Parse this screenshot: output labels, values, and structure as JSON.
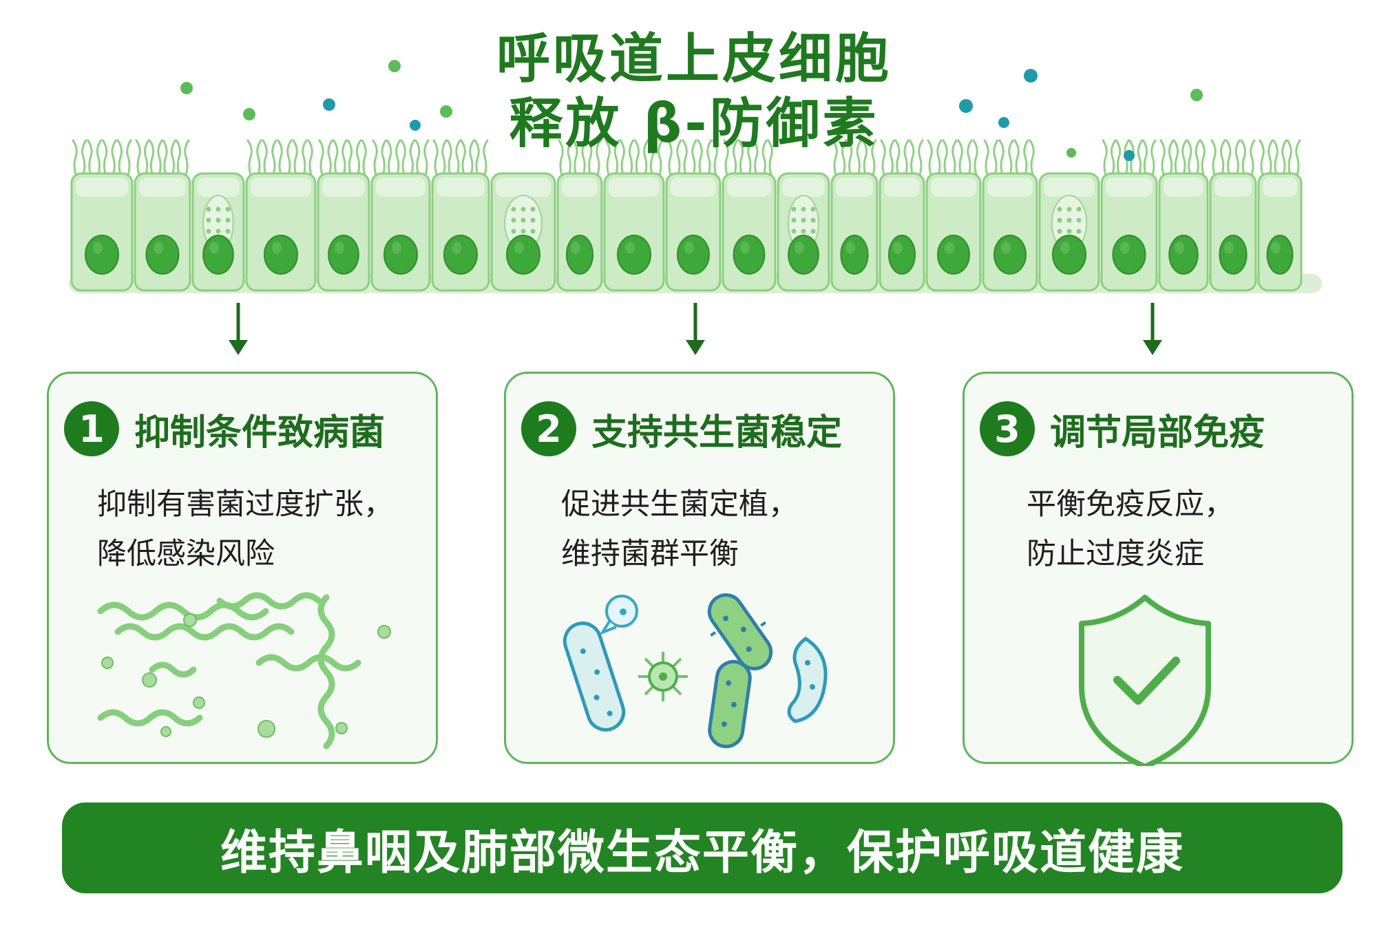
{
  "title": {
    "line1": "呼吸道上皮细胞",
    "line2": "释放 β-防御素"
  },
  "cards": [
    {
      "num": "1",
      "title": "抑制条件致病菌",
      "line1": "抑制有害菌过度扩张，",
      "line2": "降低感染风险",
      "illustration": "spiral-bacteria-icon"
    },
    {
      "num": "2",
      "title": "支持共生菌稳定",
      "line1": "促进共生菌定植，",
      "line2": "维持菌群平衡",
      "illustration": "commensal-bacteria-icon"
    },
    {
      "num": "3",
      "title": "调节局部免疫",
      "line1": "平衡免疫反应，",
      "line2": "防止过度炎症",
      "illustration": "shield-check-icon"
    }
  ],
  "banner": "维持鼻咽及肺部微生态平衡，保护呼吸道健康",
  "colors": {
    "primary": "#1e7b1e",
    "cell": "#cdebc4",
    "nucleus": "#3ea83a",
    "peptide_teal": "#1f9aa8"
  }
}
